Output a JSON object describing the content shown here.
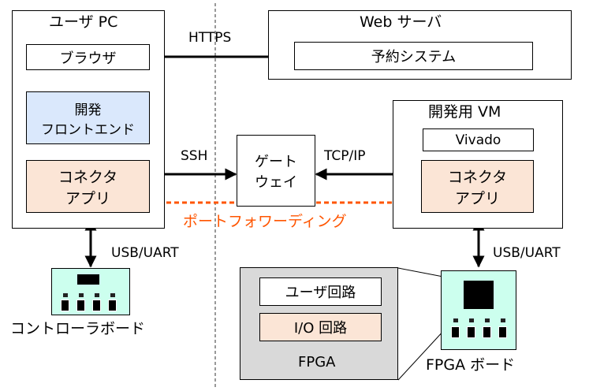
{
  "user_pc": {
    "title": "ユーザ PC",
    "browser": "ブラウザ",
    "frontend_line1": "開発",
    "frontend_line2": "フロントエンド",
    "connector_line1": "コネクタ",
    "connector_line2": "アプリ"
  },
  "web_server": {
    "title": "Web サーバ",
    "reservation": "予約システム"
  },
  "dev_vm": {
    "title": "開発用 VM",
    "vivado": "Vivado",
    "connector_line1": "コネクタ",
    "connector_line2": "アプリ"
  },
  "gateway": {
    "line1": "ゲート",
    "line2": "ウェイ"
  },
  "links": {
    "https": "HTTPS",
    "ssh": "SSH",
    "tcpip": "TCP/IP",
    "usb_uart_left": "USB/UART",
    "usb_uart_right": "USB/UART",
    "port_forwarding": "ポートフォワーディング"
  },
  "fpga": {
    "user_circuit": "ユーザ回路",
    "io_circuit": "I/O 回路",
    "label": "FPGA"
  },
  "boards": {
    "controller": "コントローラボード",
    "fpga_board": "FPGA ボード"
  },
  "colors": {
    "frontend_fill": "#dae8fc",
    "connector_fill": "#fbe5d6",
    "board_fill": "#ccffee",
    "fpga_fill": "#d9d9d9",
    "port_forwarding": "#ff5500"
  }
}
